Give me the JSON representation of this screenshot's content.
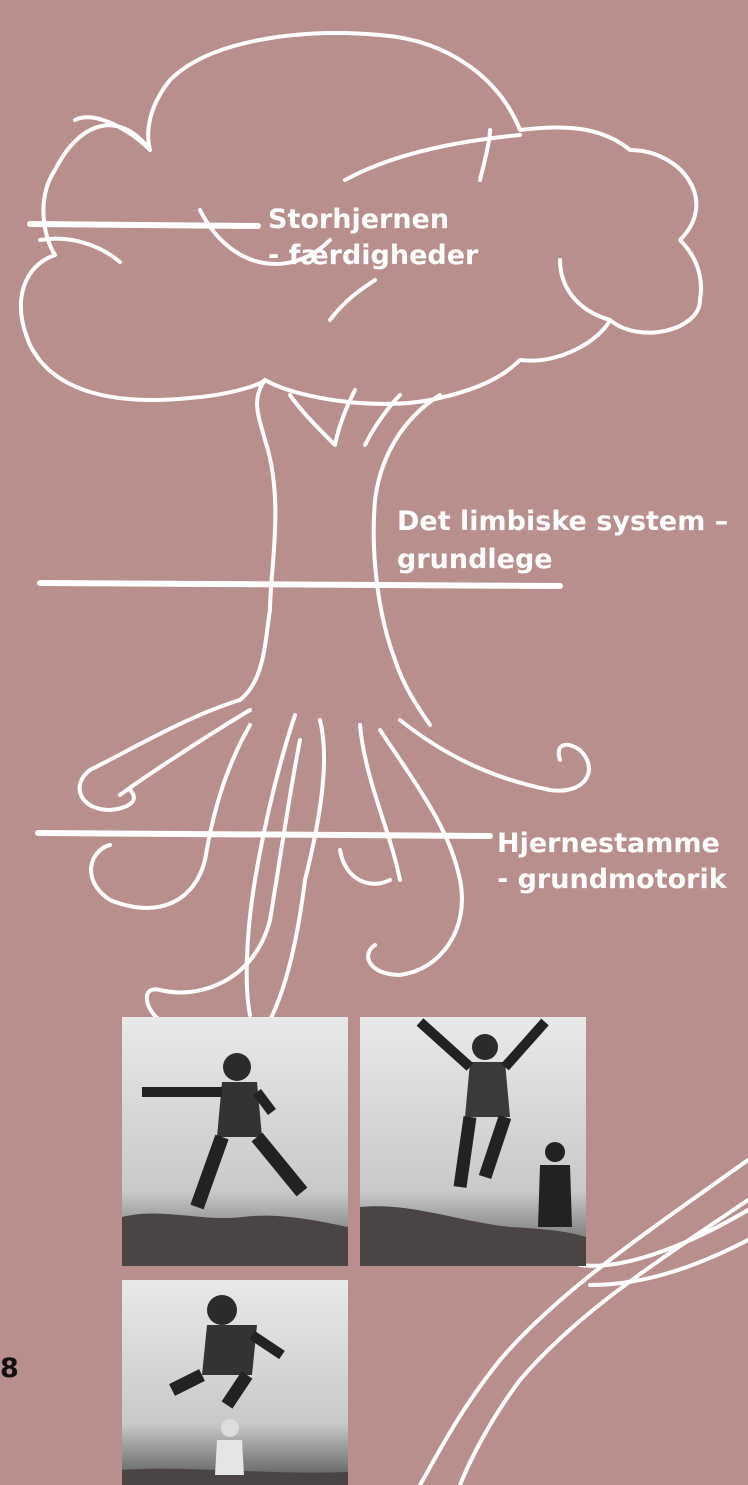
{
  "labels": {
    "cerebrum": {
      "line1": "Storhjernen",
      "line2": "- færdigheder"
    },
    "limbic": {
      "line1": "Det limbiske system –",
      "line2": "grundlege"
    },
    "brainstem": {
      "line1": "Hjernestamme",
      "line2": "- grundmotorik"
    }
  },
  "page_number": "8",
  "colors": {
    "background": "#b98f8d",
    "drawing": "#ffffff"
  },
  "photos": [
    {
      "subject": "child jumping over earth mound"
    },
    {
      "subject": "child jumping with arms raised, another child behind"
    },
    {
      "subject": "child jumping, another child running behind"
    }
  ]
}
